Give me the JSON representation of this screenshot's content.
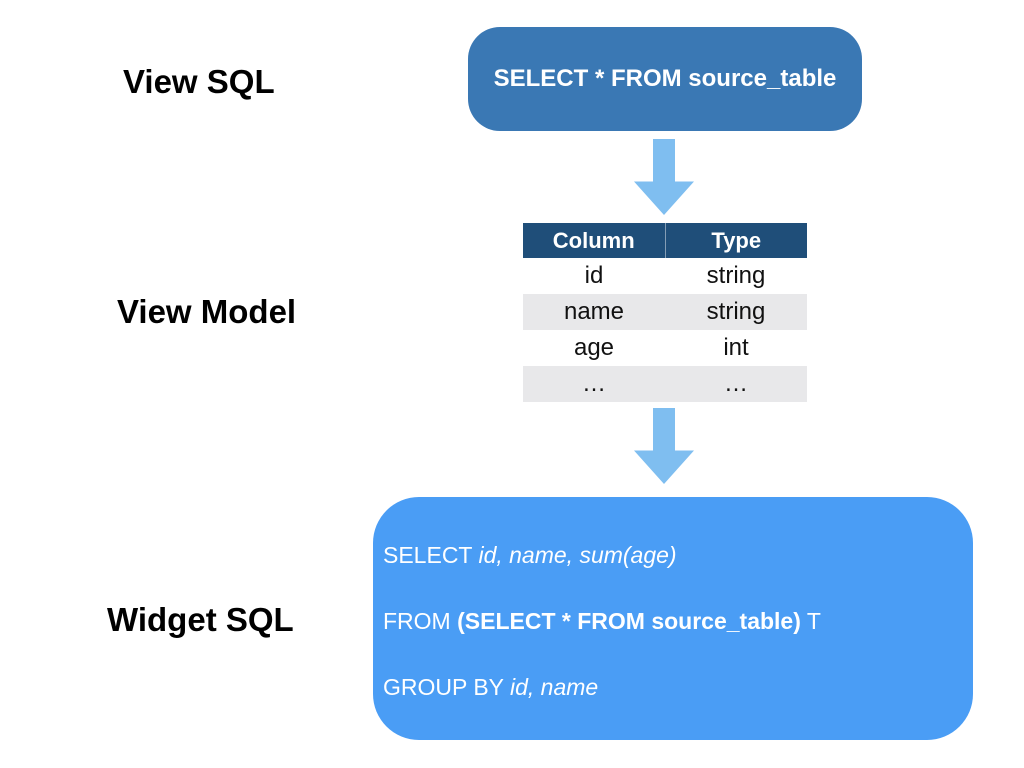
{
  "labels": {
    "view_sql": "View SQL",
    "view_model": "View Model",
    "widget_sql": "Widget SQL"
  },
  "view_sql_box": {
    "text": "SELECT * FROM source_table",
    "bg": "#3A78B4",
    "text_color": "#FFFFFF"
  },
  "arrows": {
    "icon": "down-arrow",
    "color": "#7FBEF0"
  },
  "view_model_table": {
    "header_bg": "#1F4E79",
    "header_text_color": "#FFFFFF",
    "alt_row_bg": "#E8E8EA",
    "headers": [
      "Column",
      "Type"
    ],
    "rows": [
      [
        "id",
        "string"
      ],
      [
        "name",
        "string"
      ],
      [
        "age",
        "int"
      ],
      [
        "…",
        "…"
      ]
    ]
  },
  "widget_sql_box": {
    "bg": "#4A9DF5",
    "text_color": "#FFFFFF",
    "line1": {
      "keyword": "SELECT",
      "fields": "id, name, sum(age)"
    },
    "line2": {
      "keyword": "FROM",
      "subquery": "(SELECT * FROM source_table)",
      "alias": "T"
    },
    "line3": {
      "keyword": "GROUP BY",
      "fields": "id, name"
    }
  }
}
